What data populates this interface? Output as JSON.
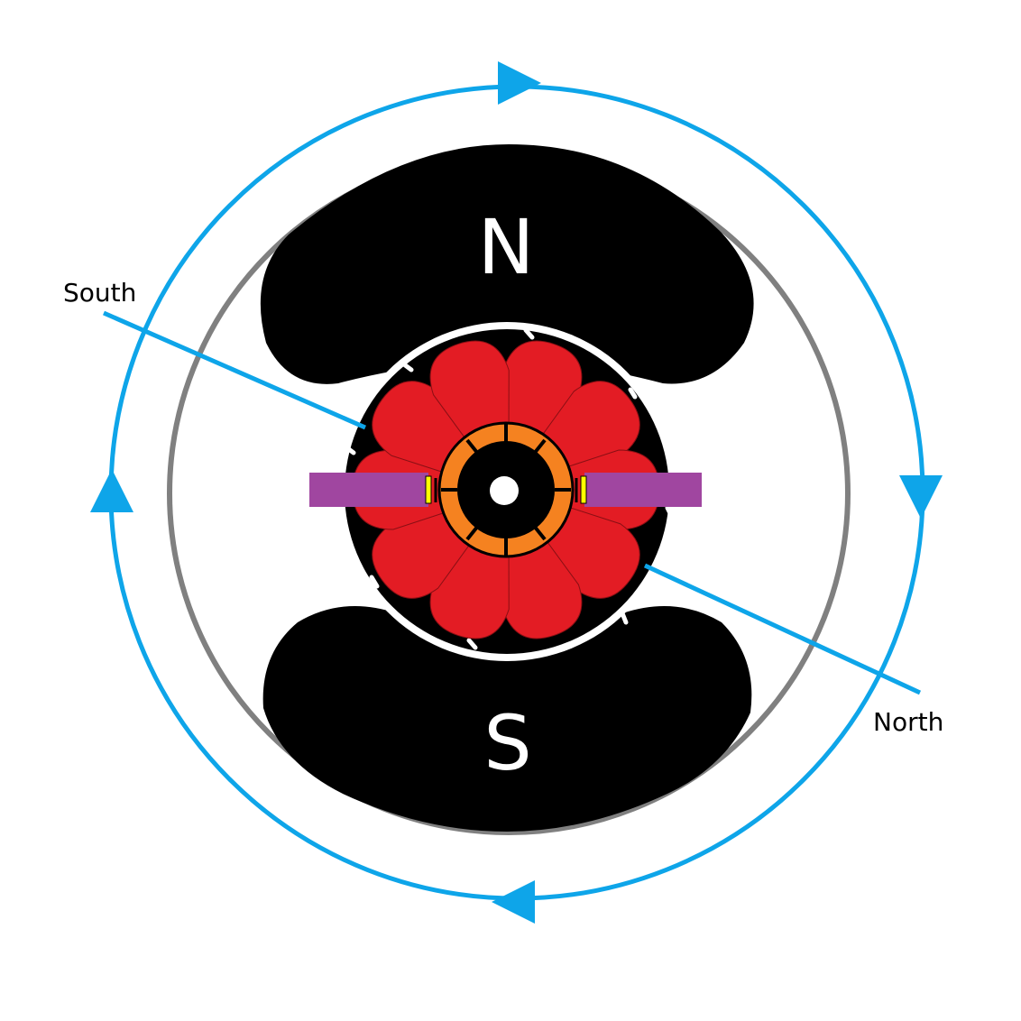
{
  "poles": {
    "north_label": "N",
    "south_label": "S"
  },
  "callouts": {
    "south_label": "South",
    "north_label": "North"
  },
  "colors": {
    "field_line": "#0ea5e9",
    "housing_ring": "#808080",
    "pole_piece": "#000000",
    "armature": "#e31c24",
    "commutator": "#f58220",
    "brush": "#a046a0",
    "brush_contact": "#ffff00",
    "shaft": "#ffffff"
  },
  "icons": {
    "field_arrows": "triangle-arrow-icon"
  }
}
